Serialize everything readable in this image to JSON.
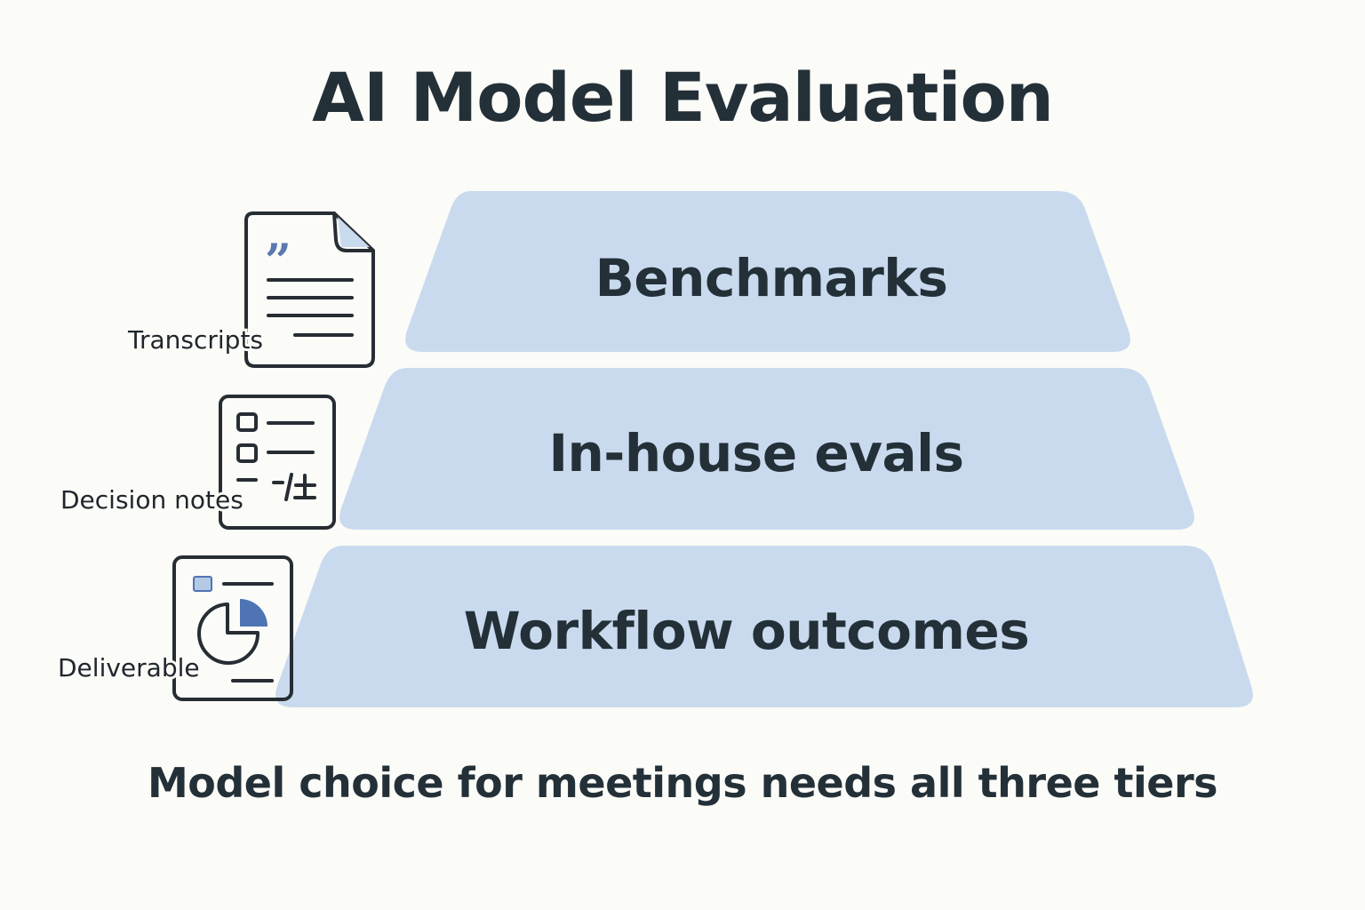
{
  "title": "AI Model Evaluation",
  "tiers": [
    {
      "label": "Benchmarks"
    },
    {
      "label": "In-house evals"
    },
    {
      "label": "Workflow outcomes"
    }
  ],
  "icons": [
    {
      "label": "Transcripts",
      "icon": "transcript-document-icon"
    },
    {
      "label": "Decision notes",
      "icon": "decision-checklist-icon"
    },
    {
      "label": "Deliverable",
      "icon": "deliverable-chart-icon"
    }
  ],
  "caption": "Model choice for meetings needs all three tiers",
  "colors": {
    "tier_fill": "#c9daee",
    "text": "#243038",
    "icon_stroke": "#262d33",
    "icon_accent": "#4f74b3",
    "background": "#fbfbf8"
  }
}
